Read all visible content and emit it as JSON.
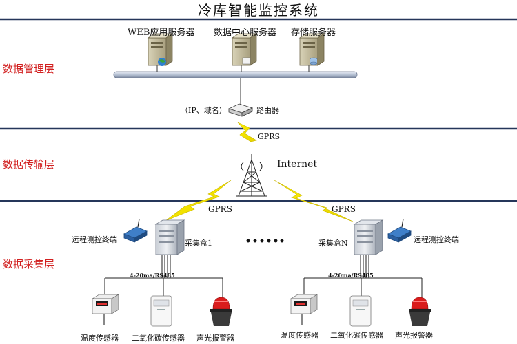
{
  "title": "冷库智能监控系统",
  "layers": {
    "management": "数据管理层",
    "transport": "数据传输层",
    "collection": "数据采集层"
  },
  "servers": {
    "web": "WEB应用服务器",
    "data_center": "数据中心服务器",
    "storage": "存储服务器"
  },
  "router": {
    "note": "（IP、域名）",
    "label": "路由器"
  },
  "links": {
    "gprs_top": "GPRS",
    "internet": "Internet",
    "gprs_left": "GPRS",
    "gprs_right": "GPRS"
  },
  "terminals": {
    "left": "远程测控终端",
    "right": "远程测控终端"
  },
  "boxes": {
    "box1": "采集盒1",
    "boxN": "采集盒N"
  },
  "interfaces": {
    "left": "4-20ma/RS485",
    "right": "4-20ma/RS485"
  },
  "sensors_left": {
    "temp": "温度传感器",
    "co2": "二氧化碳传感器",
    "alarm": "声光报警器"
  },
  "sensors_right": {
    "temp": "温度传感器",
    "co2": "二氧化碳传感器",
    "alarm": "声光报警器"
  },
  "colors": {
    "layer_label": "#d22020",
    "separator": "#25365a",
    "bolt": "#fff200"
  },
  "icons": [
    "web-server-icon",
    "data-center-server-icon",
    "storage-server-icon",
    "router-icon",
    "internet-tower-icon",
    "collection-box-icon",
    "remote-terminal-icon",
    "temperature-sensor-icon",
    "co2-sensor-icon",
    "alarm-icon"
  ]
}
